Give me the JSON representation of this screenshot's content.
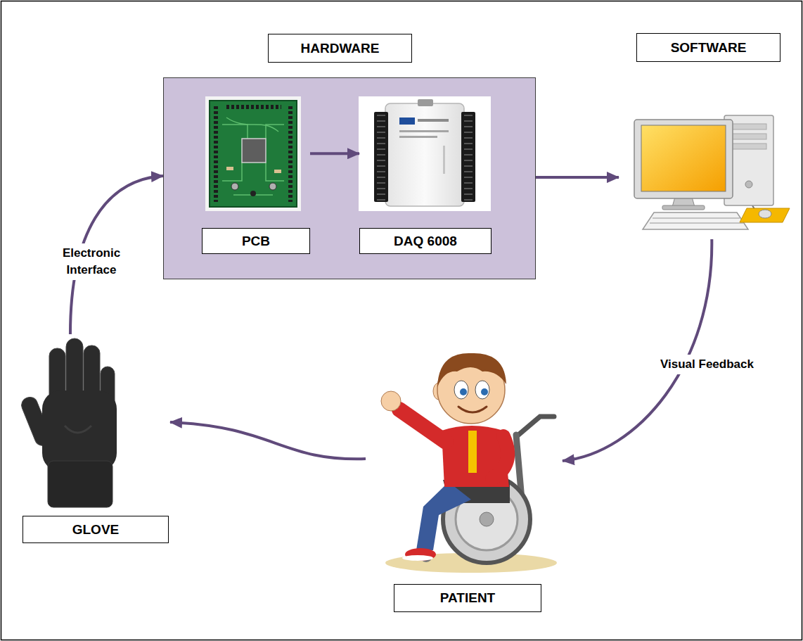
{
  "diagram": {
    "nodes": [
      {
        "text": [
          "HARDWARE"
        ]
      },
      {
        "text": [
          "PCB"
        ],
        "in": 0
      },
      {
        "text": [
          "DAQ 6008"
        ],
        "in": 0
      },
      {
        "text": [
          "SOFTWARE"
        ]
      },
      {
        "text": [
          "PATIENT"
        ]
      },
      {
        "text": [
          "GLOVE"
        ]
      }
    ],
    "edges": [
      {
        "from": 1,
        "to": 2,
        "arrow": "to"
      },
      {
        "from": 0,
        "to": 3,
        "arrow": "to"
      },
      {
        "from": 3,
        "to": 4,
        "label": "Visual Feedback",
        "arrow": "to"
      },
      {
        "from": 4,
        "to": 5,
        "arrow": "to"
      },
      {
        "from": 5,
        "to": 0,
        "label": "Electronic Interface",
        "arrow": "to"
      }
    ]
  }
}
